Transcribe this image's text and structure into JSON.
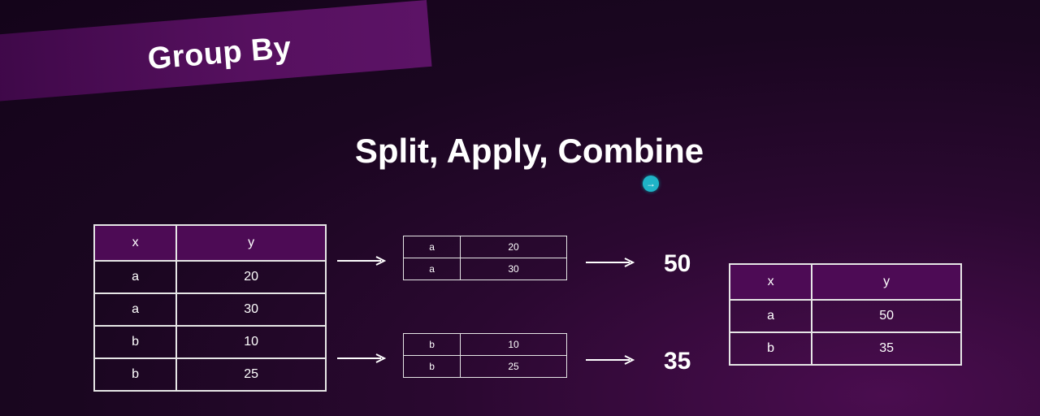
{
  "banner": {
    "title": "Group By"
  },
  "header": {
    "title": "Split, Apply, Combine"
  },
  "cursor": {
    "icon": "arrow-right-icon",
    "color": "#1fb3c7"
  },
  "original_table": {
    "headers": [
      "x",
      "y"
    ],
    "rows": [
      [
        "a",
        "20"
      ],
      [
        "a",
        "30"
      ],
      [
        "b",
        "10"
      ],
      [
        "b",
        "25"
      ]
    ]
  },
  "split_groups": [
    {
      "rows": [
        [
          "a",
          "20"
        ],
        [
          "a",
          "30"
        ]
      ],
      "aggregate": "50"
    },
    {
      "rows": [
        [
          "b",
          "10"
        ],
        [
          "b",
          "25"
        ]
      ],
      "aggregate": "35"
    }
  ],
  "result_table": {
    "headers": [
      "x",
      "y"
    ],
    "rows": [
      [
        "a",
        "50"
      ],
      [
        "b",
        "35"
      ]
    ]
  },
  "colors": {
    "header_fill": "#4d0b55",
    "banner": "#56105f",
    "background": "#1a0620"
  }
}
